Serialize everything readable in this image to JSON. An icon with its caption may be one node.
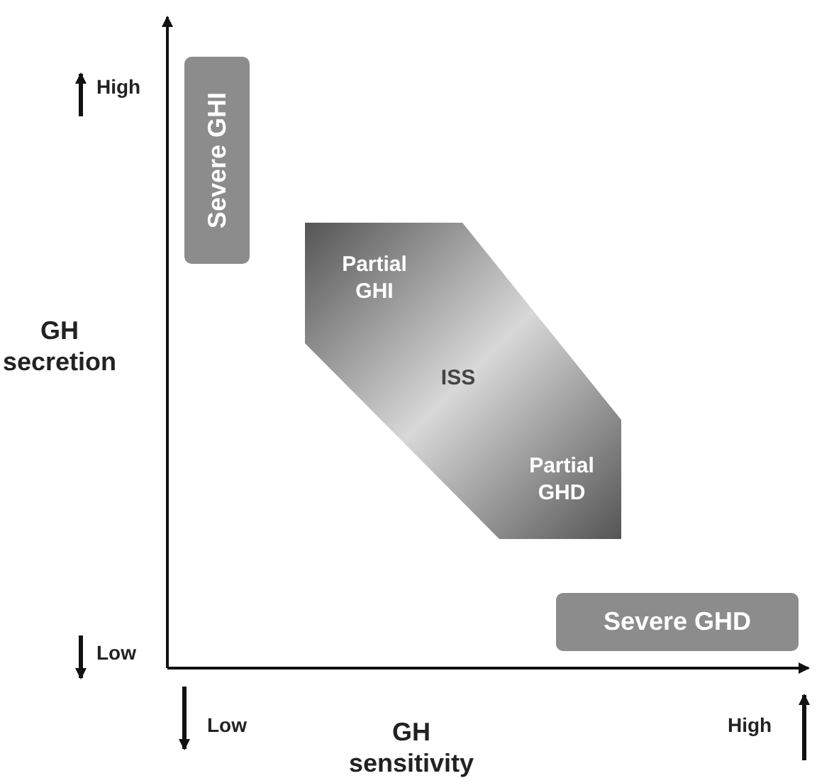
{
  "diagram": {
    "nodes": [
      {
        "text": [
          "Severe GHI"
        ]
      },
      {
        "text": [
          "Partial GHI",
          "ISS",
          "Partial GHD"
        ]
      },
      {
        "text": [
          "Severe GHD"
        ]
      }
    ],
    "edges": [],
    "labels": [
      "High",
      "GH secretion",
      "Low",
      "Low",
      "GH sensitivity",
      "High"
    ]
  }
}
